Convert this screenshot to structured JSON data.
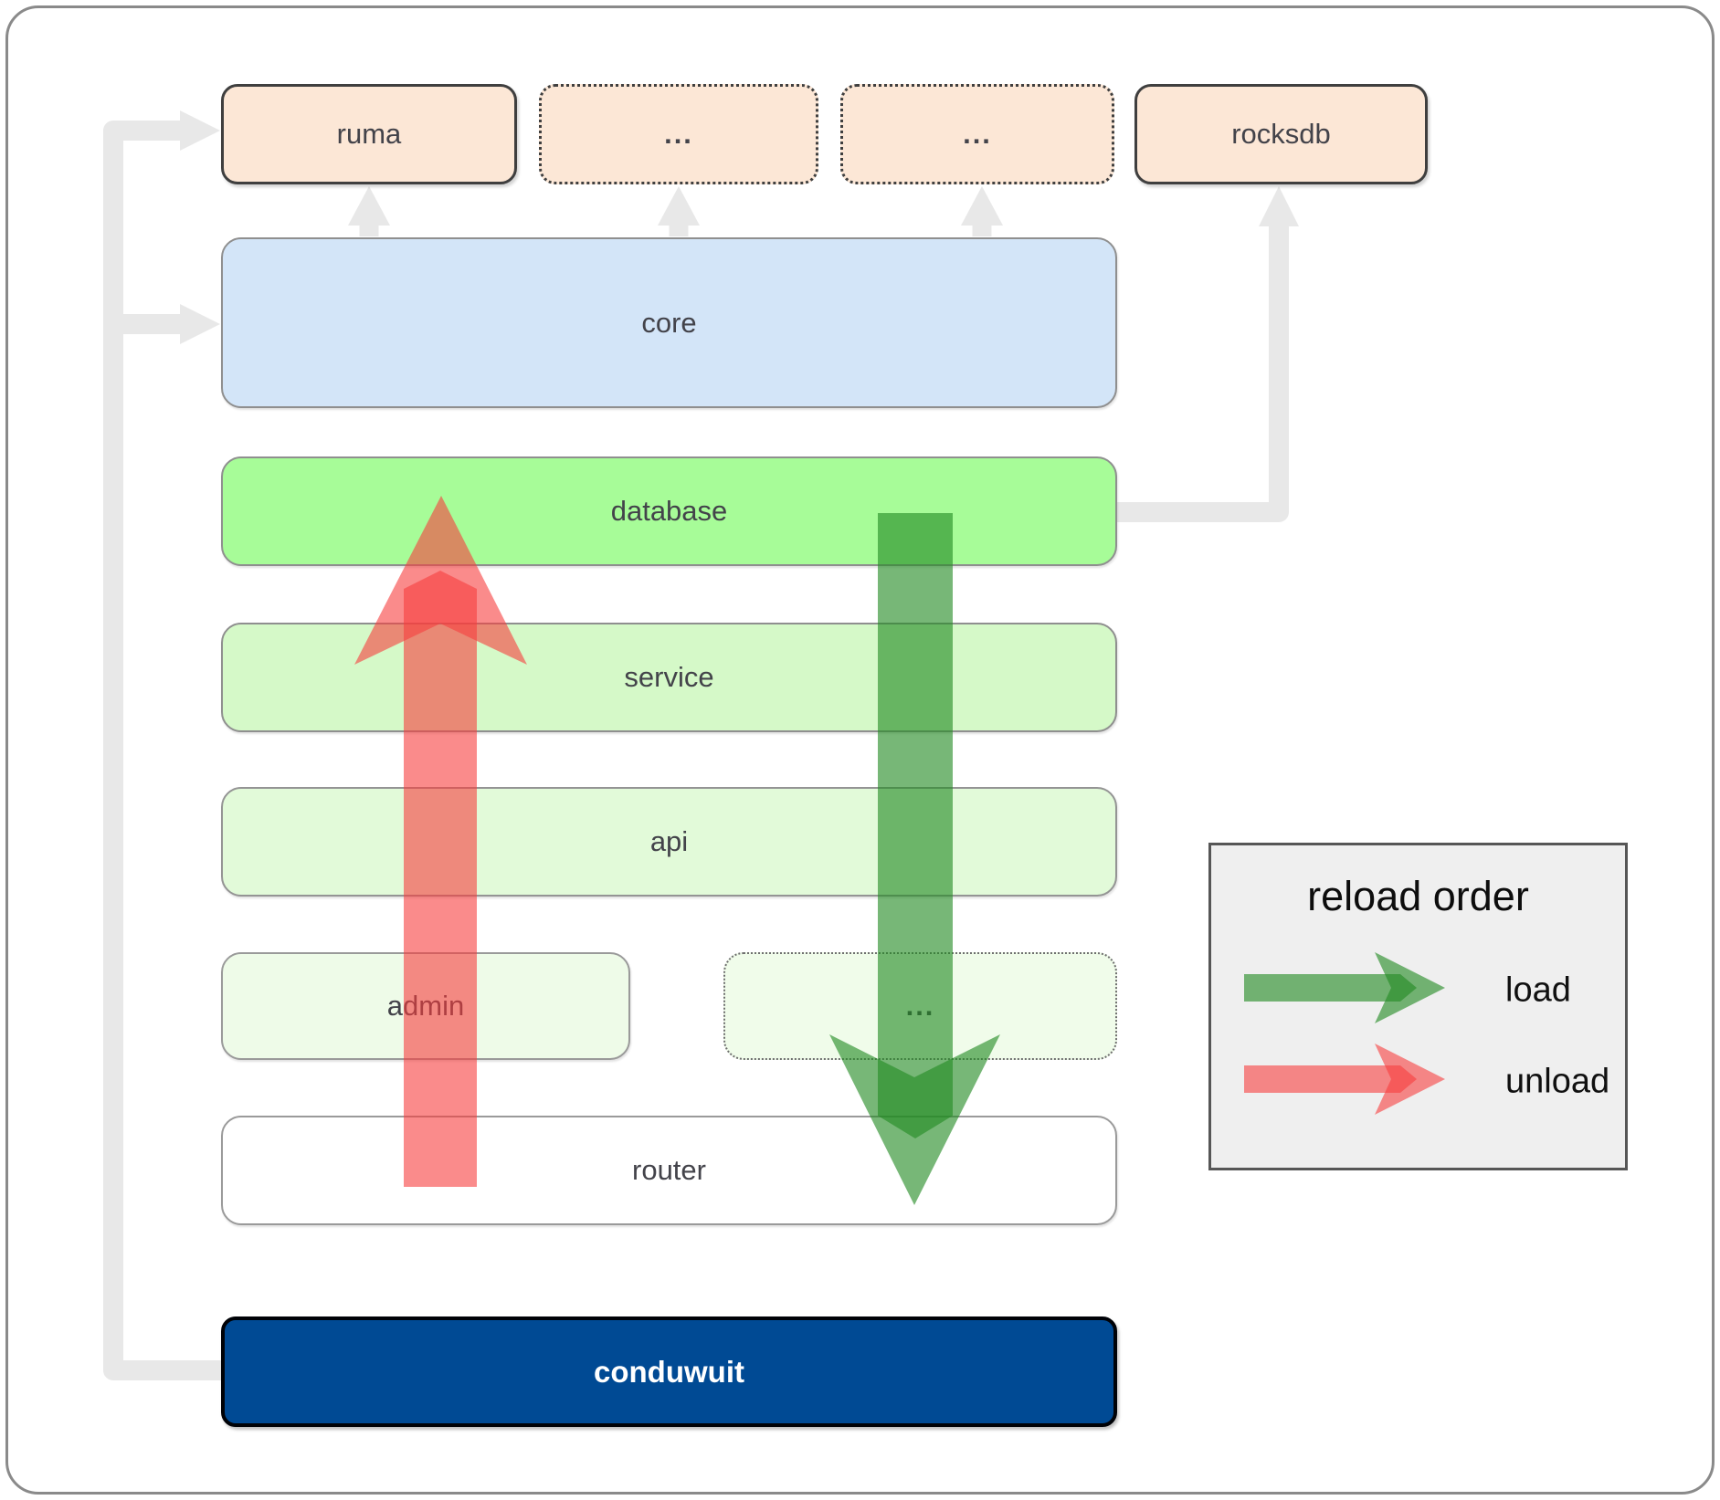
{
  "boxes": {
    "ruma": {
      "label": "ruma"
    },
    "dots_top_1": {
      "label": "..."
    },
    "dots_top_2": {
      "label": "..."
    },
    "rocksdb": {
      "label": "rocksdb"
    },
    "core": {
      "label": "core"
    },
    "database": {
      "label": "database"
    },
    "service": {
      "label": "service"
    },
    "api": {
      "label": "api"
    },
    "admin": {
      "label": "admin"
    },
    "dots_admin_row": {
      "label": "..."
    },
    "router": {
      "label": "router"
    },
    "conduwuit": {
      "label": "conduwuit"
    }
  },
  "legend": {
    "title": "reload order",
    "load_label": "load",
    "unload_label": "unload"
  },
  "colors": {
    "load_arrow": "#228a24",
    "unload_arrow": "#f63e3e",
    "module_peach": "#fce7d6",
    "core_blue": "#d3e5f8",
    "database_green": "#a7fc98",
    "service_green": "#d5f9c8",
    "api_green": "#e2fad9",
    "admin_green": "#eefbe8",
    "router_white": "#ffffff",
    "conduwuit_blue": "#004a94",
    "connector_gray": "#e8e8e8",
    "legend_bg": "#efefef"
  }
}
